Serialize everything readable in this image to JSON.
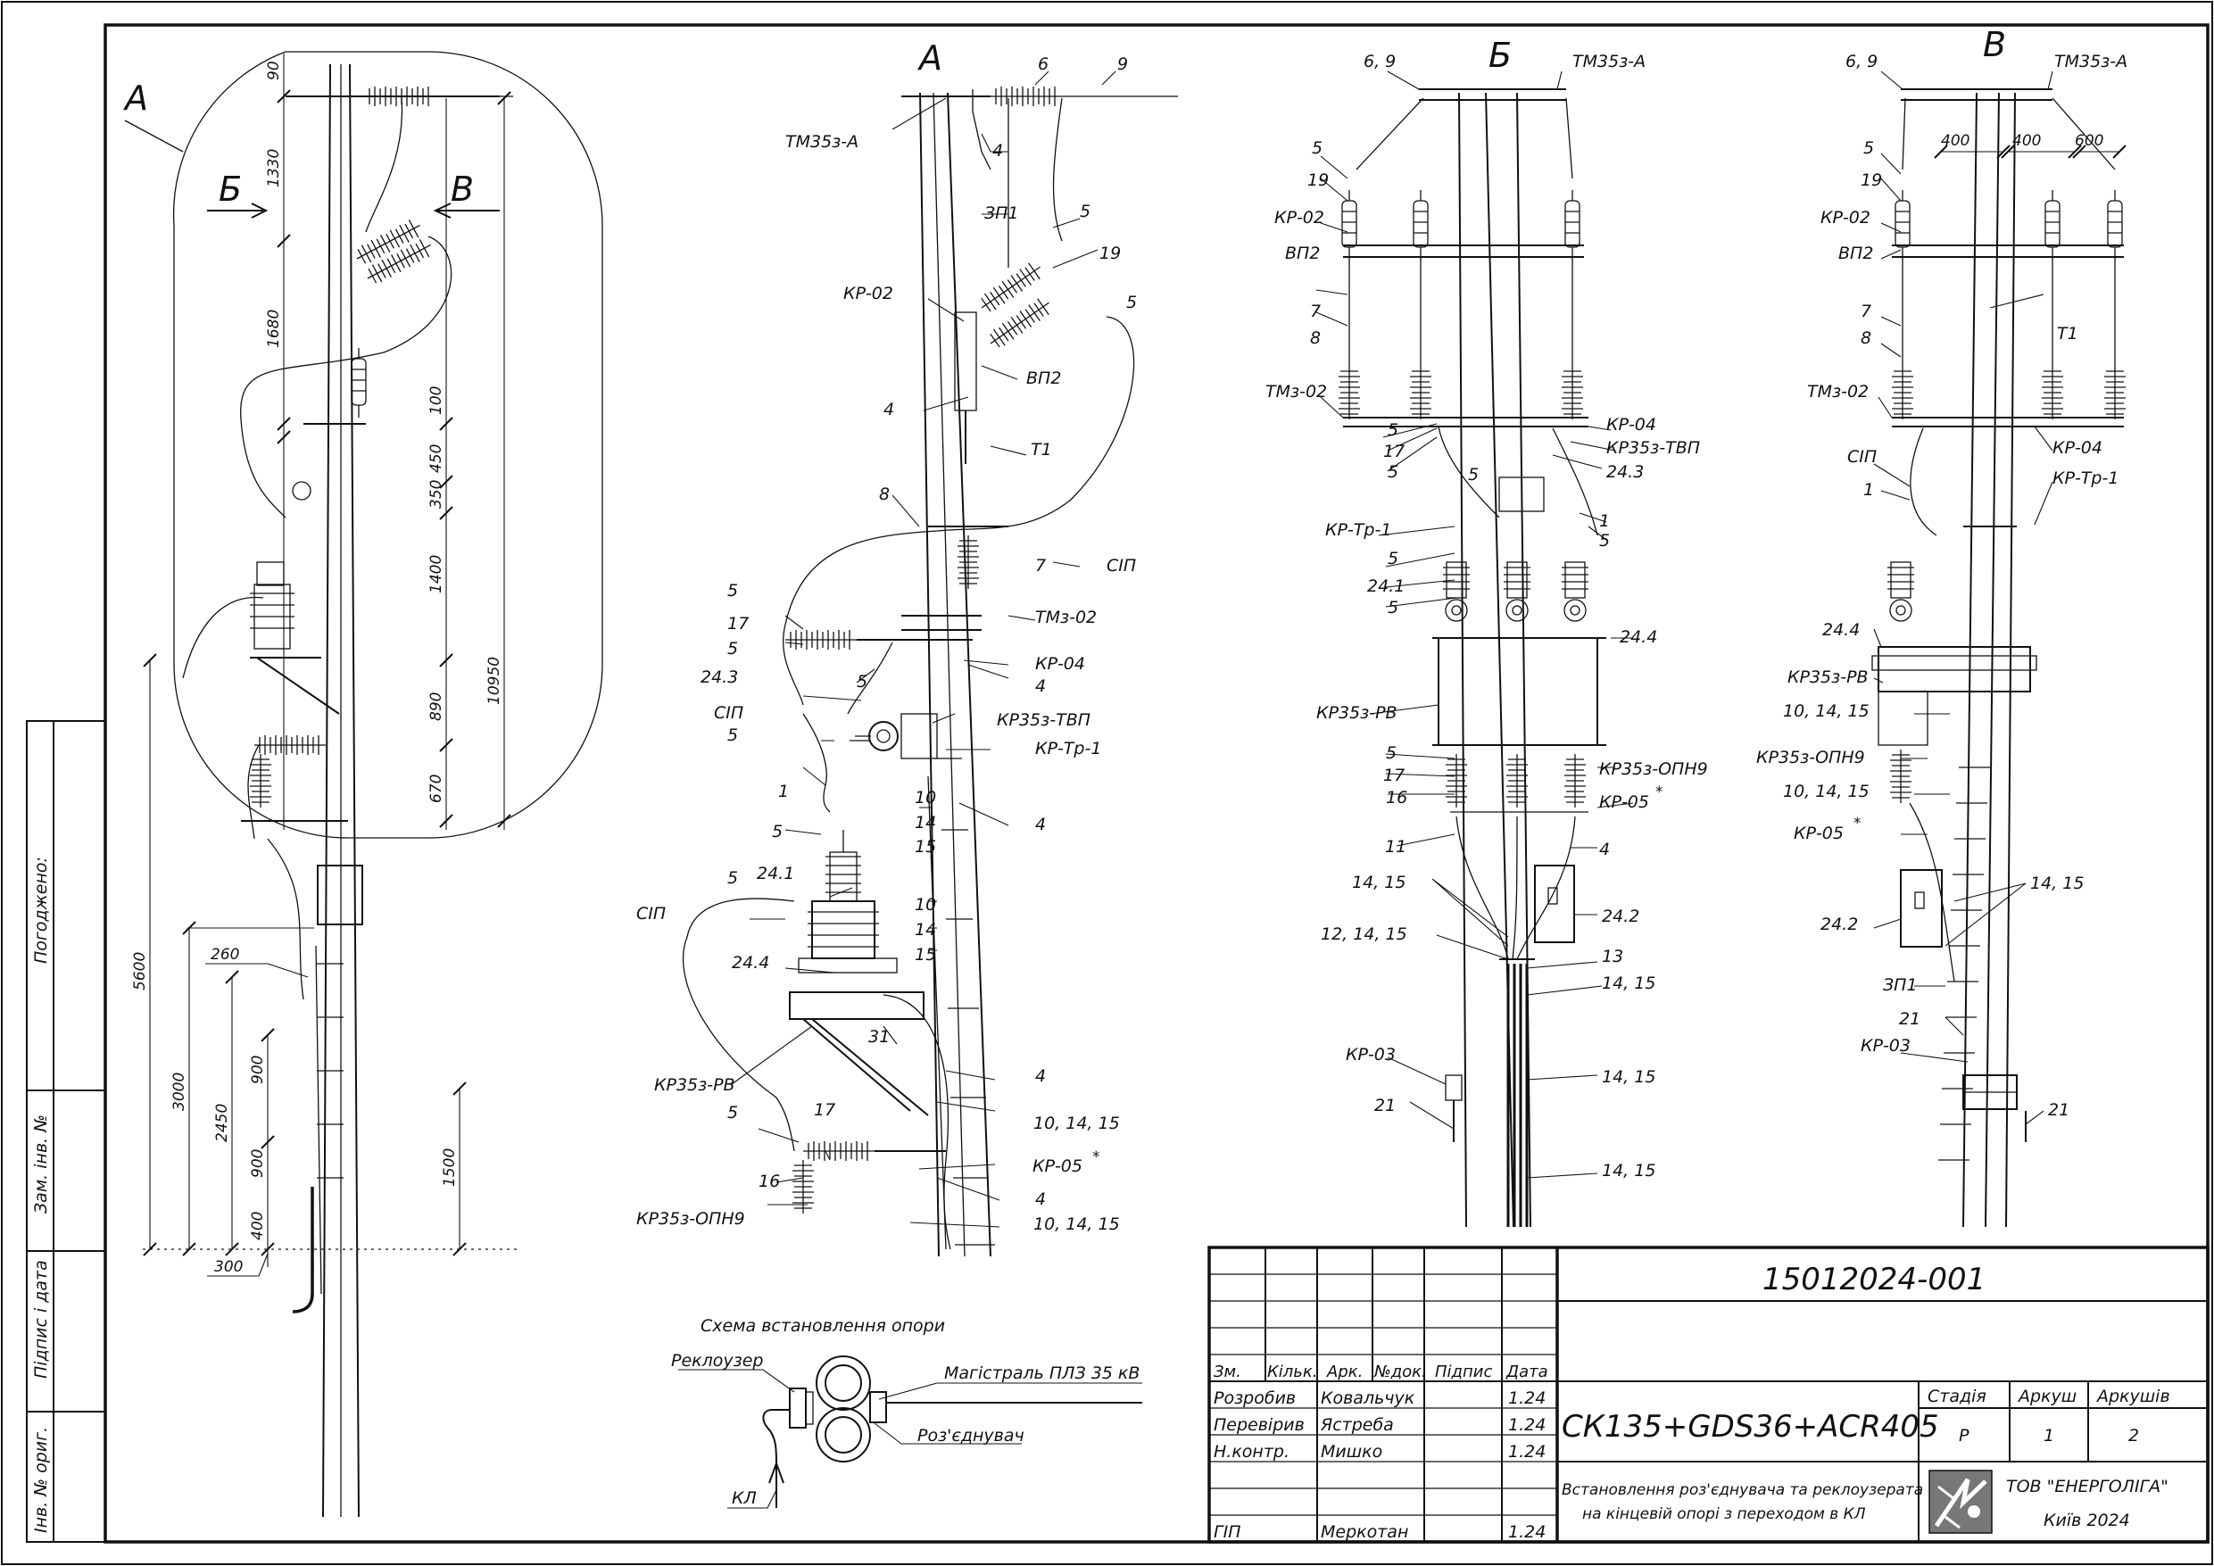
{
  "views": {
    "a_overview_label": "А",
    "b_arrow": "Б",
    "v_arrow": "В",
    "a_detail_label": "А",
    "b_label": "Б",
    "v_label": "В"
  },
  "dimensions_left": [
    "90",
    "1330",
    "1680",
    "100",
    "450",
    "350",
    "1400",
    "890",
    "670",
    "10950",
    "5600",
    "3000",
    "2450",
    "900",
    "900",
    "400",
    "260",
    "300",
    "1500"
  ],
  "labels_a": {
    "l6": "6",
    "l9": "9",
    "tm35": "ТМ35з-А",
    "l4a": "4",
    "zp1": "ЗП1",
    "l5a": "5",
    "l19": "19",
    "kr02": "КР-02",
    "l5b": "5",
    "vp2": "ВП2",
    "l4b": "4",
    "t1": "Т1",
    "l8": "8",
    "sip1": "СІП",
    "l7": "7",
    "l5c": "5",
    "tmz02": "ТМз-02",
    "l17": "17",
    "l5d": "5",
    "kr04": "КР-04",
    "l4c": "4",
    "l5e": "5",
    "l243": "24.3",
    "kr35tvp": "КР35з-ТВП",
    "sip2": "СІП",
    "krtr1": "КР-Тр-1",
    "l5f": "5",
    "l1": "1",
    "l10a": "10",
    "l14a": "14",
    "l15a": "15",
    "l4d": "4",
    "l5g": "5",
    "sip3": "СІП",
    "l5h": "5",
    "l241": "24.1",
    "l10b": "10",
    "l14b": "14",
    "l15b": "15",
    "l244": "24.4",
    "l31": "31",
    "kr35rv": "КР35з-РВ",
    "l4e": "4",
    "l5i": "5",
    "l17b": "17",
    "l101415a": "10, 14, 15",
    "kr05": "КР-05",
    "l16": "16",
    "l4f": "4",
    "kr35opn9": "КР35з-ОПН9",
    "l101415b": "10, 14, 15"
  },
  "labels_b": {
    "l69": "6, 9",
    "tm35": "ТМ35з-А",
    "l5": "5",
    "l19": "19",
    "kr02": "КР-02",
    "vp2": "ВП2",
    "l7": "7",
    "l8": "8",
    "tmz02": "ТМз-02",
    "l5a": "5",
    "l17": "17",
    "l5b": "5",
    "kr04": "КР-04",
    "kr35tvp": "КР35з-ТВП",
    "l5c": "5",
    "l243": "24.3",
    "krtr1": "КР-Тр-1",
    "l1": "1",
    "l5d": "5",
    "l5e": "5",
    "l241": "24.1",
    "l5f": "5",
    "l244": "24.4",
    "kr35rv": "КР35з-РВ",
    "l5g": "5",
    "l17b": "17",
    "l16": "16",
    "kr35opn9": "КР35з-ОПН9",
    "kr05": "КР-05",
    "l11": "11",
    "l4": "4",
    "l1415a": "14, 15",
    "l242": "24.2",
    "l121415": "12, 14, 15",
    "l13": "13",
    "l1415b": "14, 15",
    "kr03": "КР-03",
    "l1415c": "14, 15",
    "l21": "21",
    "l1415d": "14, 15"
  },
  "labels_v": {
    "l69": "6, 9",
    "tm35": "ТМ35з-А",
    "l5": "5",
    "d400a": "400",
    "d400b": "400",
    "d600": "600",
    "l19": "19",
    "kr02": "КР-02",
    "vp2": "ВП2",
    "l7": "7",
    "t1": "Т1",
    "l8": "8",
    "tmz02": "ТМз-02",
    "kr04": "КР-04",
    "sip": "СІП",
    "krtr1": "КР-Тр-1",
    "l1": "1",
    "l244": "24.4",
    "kr35rv": "КР35з-РВ",
    "l101415a": "10, 14, 15",
    "kr35opn9": "КР35з-ОПН9",
    "l101415b": "10, 14, 15",
    "kr05": "КР-05",
    "l1415": "14, 15",
    "l242": "24.2",
    "zp1": "ЗП1",
    "l21a": "21",
    "kr03": "КР-03",
    "l21b": "21"
  },
  "scheme": {
    "title": "Схема встановлення опори",
    "recloser": "Реклоузер",
    "main_line": "Магістраль ПЛЗ 35 кВ",
    "disconnector": "Роз'єднувач",
    "cable": "КЛ"
  },
  "margin_stamps": [
    "Погоджено:",
    "Зам. інв. №",
    "Підпис і дата",
    "Інв. № ориг."
  ],
  "title_block": {
    "doc_number": "15012024-001",
    "equipment": "СК135+GDS36+ACR405",
    "description_line1": "Встановлення роз'єднувача та реклоузерата",
    "description_line2": "на кінцевій опорі з переходом в КЛ",
    "headers": [
      "Зм.",
      "Кільк.",
      "Арк.",
      "№док.",
      "Підпис",
      "Дата"
    ],
    "rows": [
      {
        "role": "Розробив",
        "name": "Ковальчук",
        "date": "1.24"
      },
      {
        "role": "Перевірив",
        "name": "Ястреба",
        "date": "1.24"
      },
      {
        "role": "Н.контр.",
        "name": "Мишко",
        "date": "1.24"
      },
      {
        "role": "ГІП",
        "name": "Меркотан",
        "date": "1.24"
      }
    ],
    "stage_header": "Стадія",
    "sheet_header": "Аркуш",
    "sheets_header": "Аркушів",
    "stage": "Р",
    "sheet": "1",
    "sheets": "2",
    "company": "ТОВ \"ЕНЕРГОЛІГА\"",
    "city": "Київ 2024"
  }
}
